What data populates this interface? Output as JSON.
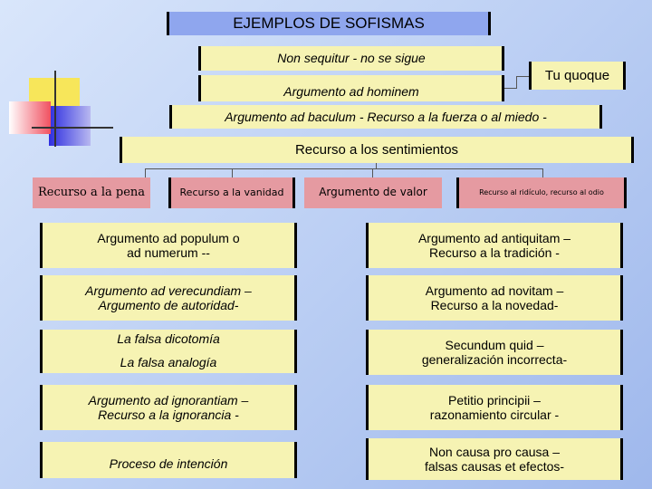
{
  "title": "EJEMPLOS DE SOFISMAS",
  "top_boxes": {
    "non_sequitur": "Non sequitur - no se sigue",
    "ad_hominem": "Argumento ad hominem",
    "tu_quoque": "Tu quoque",
    "ad_baculum": "Argumento ad baculum - Recurso a la fuerza o al miedo -",
    "sentimientos": "Recurso a los sentimientos"
  },
  "sub_boxes": [
    "Recurso a la pena",
    "Recurso a la vanidad",
    "Argumento de valor",
    "Recurso al ridículo, recurso al odio"
  ],
  "left_column": [
    {
      "line1": "Argumento ad populum o",
      "line2": "ad numerum --"
    },
    {
      "line1": "Argumento ad verecundiam –",
      "line2": "Argumento de autoridad-"
    },
    {
      "line1": "La falsa dicotomía",
      "line2": "La falsa analogía"
    },
    {
      "line1": "Argumento ad ignorantiam –",
      "line2": "Recurso a la ignorancia -"
    },
    {
      "line1": "Proceso de intención",
      "line2": ""
    }
  ],
  "right_column": [
    {
      "line1": "Argumento ad antiquitam –",
      "line2": "Recurso a la tradición -"
    },
    {
      "line1": "Argumento ad novitam –",
      "line2": "Recurso a la novedad-"
    },
    {
      "line1": "Secundum quid –",
      "line2": "generalización incorrecta-"
    },
    {
      "line1": "Petitio principii –",
      "line2": "razonamiento circular -"
    },
    {
      "line1": "Non causa pro causa –",
      "line2": "falsas causas et efectos-"
    }
  ]
}
